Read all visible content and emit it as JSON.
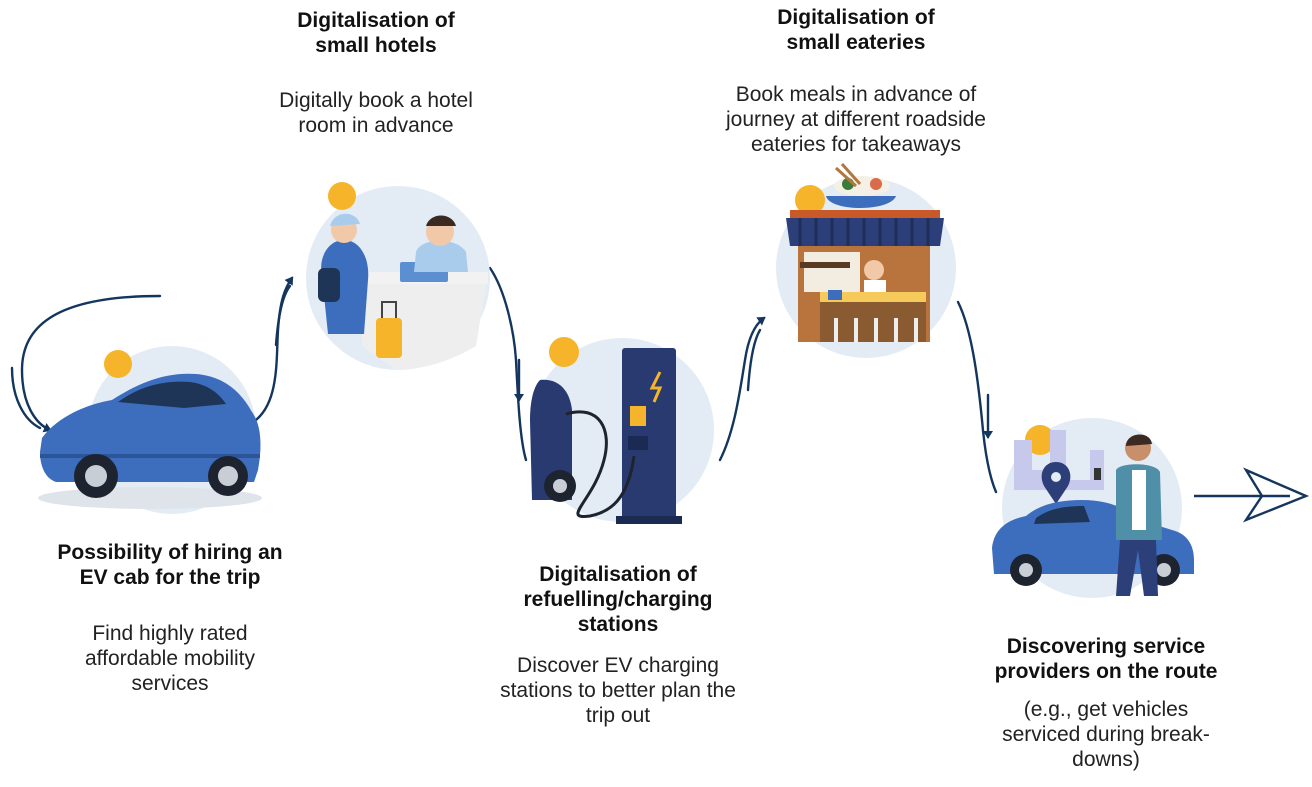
{
  "steps": [
    {
      "title_lines": [
        "Possibility of hiring an",
        "EV cab for the trip"
      ],
      "desc_lines": [
        "Find highly rated",
        "affordable mobility",
        "services"
      ]
    },
    {
      "title_lines": [
        "Digitalisation of",
        "small hotels"
      ],
      "desc_lines": [
        "Digitally book a hotel",
        "room in advance"
      ]
    },
    {
      "title_lines": [
        "Digitalisation of",
        "refuelling/charging",
        "stations"
      ],
      "desc_lines": [
        "Discover EV charging",
        "stations to better plan the",
        "trip out"
      ]
    },
    {
      "title_lines": [
        "Digitalisation of",
        "small eateries"
      ],
      "desc_lines": [
        "Book meals in advance of",
        "journey at different roadside",
        "eateries for takeaways"
      ]
    },
    {
      "title_lines": [
        "Discovering service",
        "providers on the route"
      ],
      "desc_lines": [
        "(e.g., get vehicles",
        "serviced during break-",
        "downs)"
      ]
    }
  ],
  "icons": [
    "ev-car-icon",
    "hotel-reception-icon",
    "charging-station-icon",
    "roadside-eatery-icon",
    "service-provider-icon",
    "next-arrow-icon"
  ],
  "colors": {
    "path": "#14365e",
    "accent": "#f5b42a",
    "circle": "#e3ebf5",
    "car": "#3d6ebe"
  }
}
